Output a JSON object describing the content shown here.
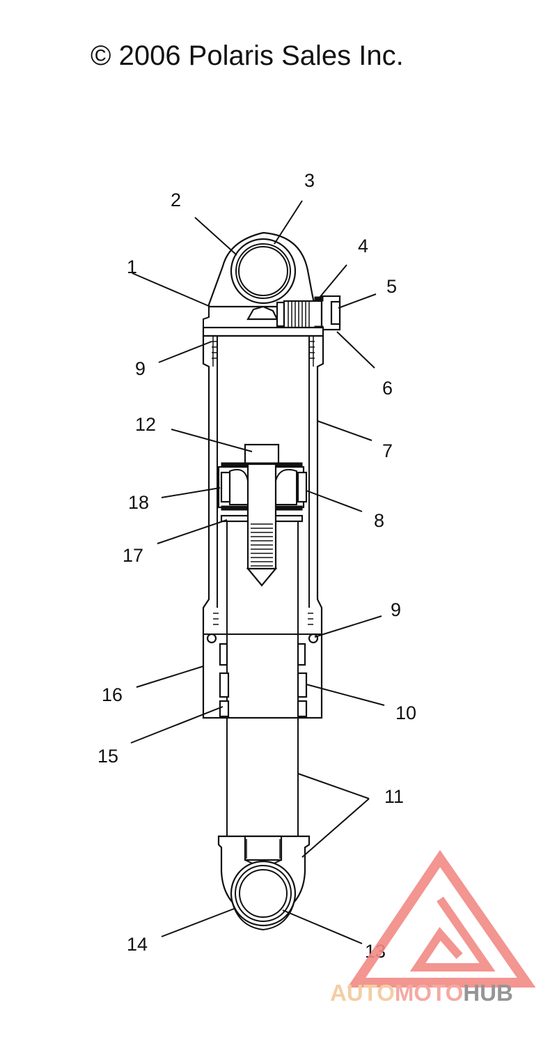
{
  "copyright": "© 2006 Polaris Sales Inc.",
  "callouts": [
    {
      "id": "1",
      "label": "1"
    },
    {
      "id": "2",
      "label": "2"
    },
    {
      "id": "3",
      "label": "3"
    },
    {
      "id": "4",
      "label": "4"
    },
    {
      "id": "5",
      "label": "5"
    },
    {
      "id": "6",
      "label": "6"
    },
    {
      "id": "7",
      "label": "7"
    },
    {
      "id": "8",
      "label": "8"
    },
    {
      "id": "9a",
      "label": "9"
    },
    {
      "id": "9b",
      "label": "9"
    },
    {
      "id": "10",
      "label": "10"
    },
    {
      "id": "11",
      "label": "11"
    },
    {
      "id": "12",
      "label": "12"
    },
    {
      "id": "13",
      "label": "13"
    },
    {
      "id": "14",
      "label": "14"
    },
    {
      "id": "15",
      "label": "15"
    },
    {
      "id": "16",
      "label": "16"
    },
    {
      "id": "17",
      "label": "17"
    },
    {
      "id": "18",
      "label": "18"
    }
  ],
  "watermark": {
    "part1": "AUTO",
    "part2": "MOTO",
    "part3": "HUB",
    "color1": "#f5c89a",
    "color2": "#f4a09a",
    "color3": "#8a8a8a",
    "triangle_color": "#f28a84"
  }
}
